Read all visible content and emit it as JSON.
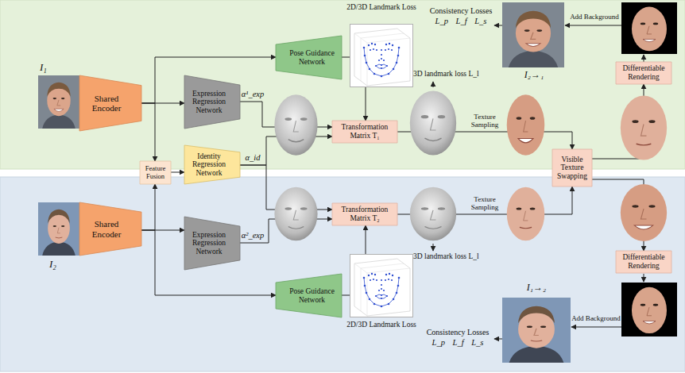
{
  "diagram": {
    "nodes": [
      {
        "text": [
          "Shared Encoder"
        ]
      },
      {
        "text": [
          "Expression Regression Network"
        ]
      },
      {
        "text": [
          "Pose Guidance Network"
        ]
      },
      {
        "text": [
          "Transformation Matrix T₁"
        ]
      },
      {
        "text": [
          "Visible Texture Swapping"
        ]
      },
      {
        "text": [
          "Differentiable Rendering"
        ]
      },
      {
        "text": [
          "Feature Fusion"
        ]
      },
      {
        "text": [
          "Identity Regression Network"
        ]
      },
      {
        "text": [
          "Shared Encoder"
        ]
      },
      {
        "text": [
          "Expression Regression Network"
        ]
      },
      {
        "text": [
          "Transformation Matrix T₂"
        ]
      },
      {
        "text": [
          "Differentiable Rendering"
        ]
      },
      {
        "text": [
          "Pose Guidance Network"
        ]
      }
    ],
    "edges": [
      {
        "from": 0,
        "to": 1,
        "arrow": "to"
      },
      {
        "from": 0,
        "to": 2,
        "arrow": "to"
      },
      {
        "from": 0,
        "to": 6,
        "arrow": "to"
      },
      {
        "from": 6,
        "to": 7,
        "arrow": "to"
      },
      {
        "from": 1,
        "to": 3,
        "label": "α¹_exp",
        "arrow": "to"
      },
      {
        "from": 7,
        "to": 3,
        "label": "α_id",
        "arrow": "to"
      },
      {
        "from": 7,
        "to": 10,
        "arrow": "to"
      },
      {
        "from": 2,
        "to": 3,
        "arrow": "to"
      },
      {
        "from": 3,
        "to": 4,
        "arrow": "to"
      },
      {
        "from": 4,
        "to": 5,
        "arrow": "to"
      },
      {
        "from": 8,
        "to": 6,
        "arrow": "to"
      },
      {
        "from": 8,
        "to": 9,
        "arrow": "to"
      },
      {
        "from": 8,
        "to": 12,
        "arrow": "to"
      },
      {
        "from": 9,
        "to": 10,
        "label": "α²_exp",
        "arrow": "to"
      },
      {
        "from": 12,
        "to": 10,
        "arrow": "to"
      },
      {
        "from": 10,
        "to": 4,
        "arrow": "to"
      },
      {
        "from": 4,
        "to": 11,
        "arrow": "to"
      }
    ],
    "labels": [
      "I₁",
      "2D/3D Landmark Loss",
      "Consistency Losses",
      "L_p L_f L_s",
      "I₂→₁",
      "Add Background",
      "3D landmark loss L_l",
      "Texture Sampling",
      "Texture Sampling",
      "3D landmark loss L_l",
      "I₂",
      "2D/3D Landmark Loss",
      "I₁→₂",
      "Add Background",
      "Consistency Losses",
      "L_p L_f L_s"
    ]
  }
}
